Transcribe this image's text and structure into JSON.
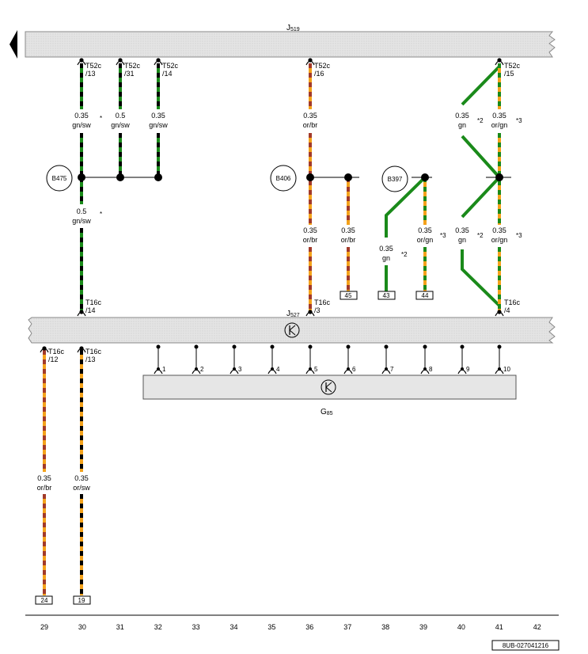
{
  "components": {
    "j519": {
      "name": "J",
      "sub": "519"
    },
    "j527": {
      "name": "J",
      "sub": "527"
    },
    "g85": {
      "name": "G",
      "sub": "85"
    }
  },
  "connectors": {
    "t52c_13": {
      "name": "T52c",
      "pin": "/13"
    },
    "t52c_31": {
      "name": "T52c",
      "pin": "/31"
    },
    "t52c_14": {
      "name": "T52c",
      "pin": "/14"
    },
    "t52c_16": {
      "name": "T52c",
      "pin": "/16"
    },
    "t52c_15": {
      "name": "T52c",
      "pin": "/15"
    },
    "t16c_14": {
      "name": "T16c",
      "pin": "/14"
    },
    "t16c_3": {
      "name": "T16c",
      "pin": "/3"
    },
    "t16c_4": {
      "name": "T16c",
      "pin": "/4"
    },
    "t16c_12": {
      "name": "T16c",
      "pin": "/12"
    },
    "t16c_13": {
      "name": "T16c",
      "pin": "/13"
    }
  },
  "splices": {
    "b475": "B475",
    "b406": "B406",
    "b397": "B397"
  },
  "wires": {
    "w1a": {
      "size": "0.35",
      "color": "gn/sw",
      "note": "*"
    },
    "w2a": {
      "size": "0.5",
      "color": "gn/sw",
      "note": ""
    },
    "w3a": {
      "size": "0.35",
      "color": "gn/sw",
      "note": ""
    },
    "w1b": {
      "size": "0.5",
      "color": "gn/sw",
      "note": "*"
    },
    "w4a": {
      "size": "0.35",
      "color": "or/br",
      "note": ""
    },
    "w4b": {
      "size": "0.35",
      "color": "or/br",
      "note": ""
    },
    "w5": {
      "size": "0.35",
      "color": "or/br",
      "note": ""
    },
    "w6": {
      "size": "0.35",
      "color": "gn",
      "note": "*2"
    },
    "w7": {
      "size": "0.35",
      "color": "or/gn",
      "note": "*3"
    },
    "w8a": {
      "size": "0.35",
      "color": "gn",
      "note": "*2"
    },
    "w9a": {
      "size": "0.35",
      "color": "or/gn",
      "note": "*3"
    },
    "w8b": {
      "size": "0.35",
      "color": "gn",
      "note": "*2"
    },
    "w9b": {
      "size": "0.35",
      "color": "or/gn",
      "note": "*3"
    },
    "w10": {
      "size": "0.35",
      "color": "or/br",
      "note": ""
    },
    "w11": {
      "size": "0.35",
      "color": "or/sw",
      "note": ""
    }
  },
  "references": {
    "r45": "45",
    "r43": "43",
    "r44": "44",
    "r24": "24",
    "r19": "19"
  },
  "g85_pins": [
    "1",
    "2",
    "3",
    "4",
    "5",
    "6",
    "7",
    "8",
    "9",
    "10"
  ],
  "columns": [
    "29",
    "30",
    "31",
    "32",
    "33",
    "34",
    "35",
    "36",
    "37",
    "38",
    "39",
    "40",
    "41",
    "42"
  ],
  "footer_code": "8UB-027041216",
  "colors": {
    "green": "#1a8a1a",
    "black": "#000000",
    "orange": "#f4a21b",
    "brown": "#a23a2a",
    "bar_fill": "#e2e2e2"
  }
}
